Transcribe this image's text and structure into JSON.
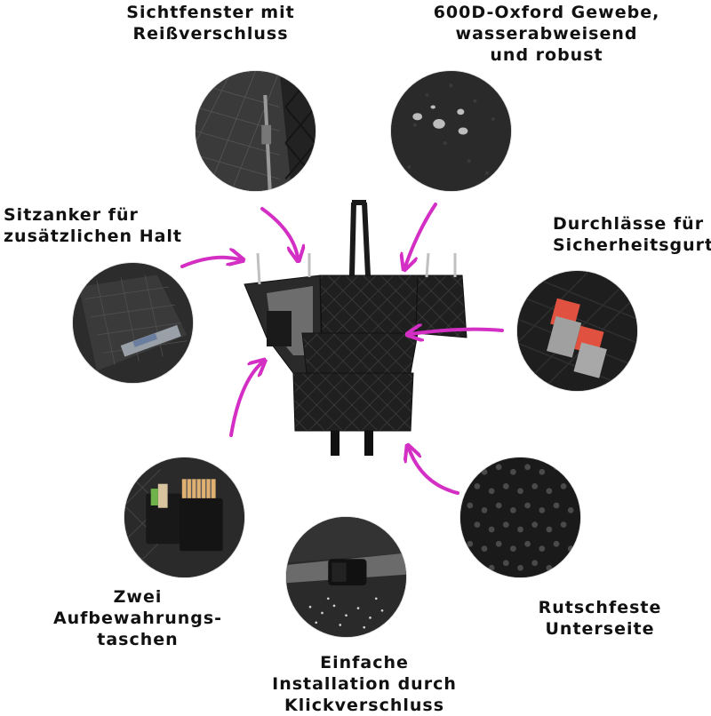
{
  "labels": {
    "window": "Sichtfenster mit\nReißverschluss",
    "fabric": "600D-Oxford Gewebe,\nwasserabweisend\nund robust",
    "anchor": "Sitzanker für\nzusätzlichen Halt",
    "belt": "Durchlässe für\nSicherheitsgurt",
    "pockets": "Zwei\nAufbewahrungs-\ntaschen",
    "buckle": "Einfache\nInstallation durch\nKlickverschluss",
    "nonslip": "Rutschfeste\nUnterseite"
  },
  "colors": {
    "arrow": "#d42fc4",
    "fabric_dark": "#1e1e1e",
    "accent_red": "#e0523f",
    "text": "#111111"
  },
  "icons": {
    "window_detail": "zipper-window-image",
    "fabric_detail": "water-droplets-fabric-image",
    "anchor_detail": "seat-anchor-image",
    "belt_detail": "seatbelt-slot-image",
    "pockets_detail": "storage-pockets-image",
    "buckle_detail": "click-buckle-image",
    "nonslip_detail": "rubber-dots-image",
    "product": "dog-seat-hammock-image"
  }
}
